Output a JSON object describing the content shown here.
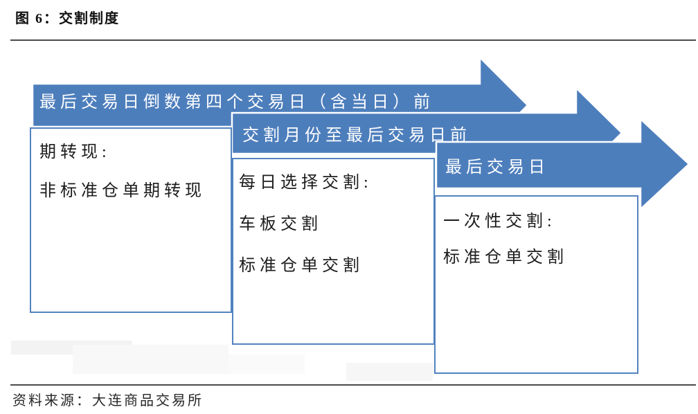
{
  "figure": {
    "title": "图 6：交割制度",
    "source": "资料来源：大连商品交易所"
  },
  "colors": {
    "arrow_blue": "#4d7ebc",
    "box_border": "#5282bf",
    "rule_gray": "#4b4b4b",
    "arrow_text": "#ffffff",
    "box_text": "#1c1c1c"
  },
  "diagram": {
    "stages": [
      {
        "arrow_label": "最后交易日倒数第四个交易日（含当日）前",
        "box_lines": [
          "期转现:",
          "非标准仓单期转现"
        ]
      },
      {
        "arrow_label": "交割月份至最后交易日前",
        "box_lines": [
          "每日选择交割:",
          "车板交割",
          "标准仓单交割"
        ]
      },
      {
        "arrow_label": "最后交易日",
        "box_lines": [
          "一次性交割:",
          "标准仓单交割"
        ]
      }
    ]
  }
}
